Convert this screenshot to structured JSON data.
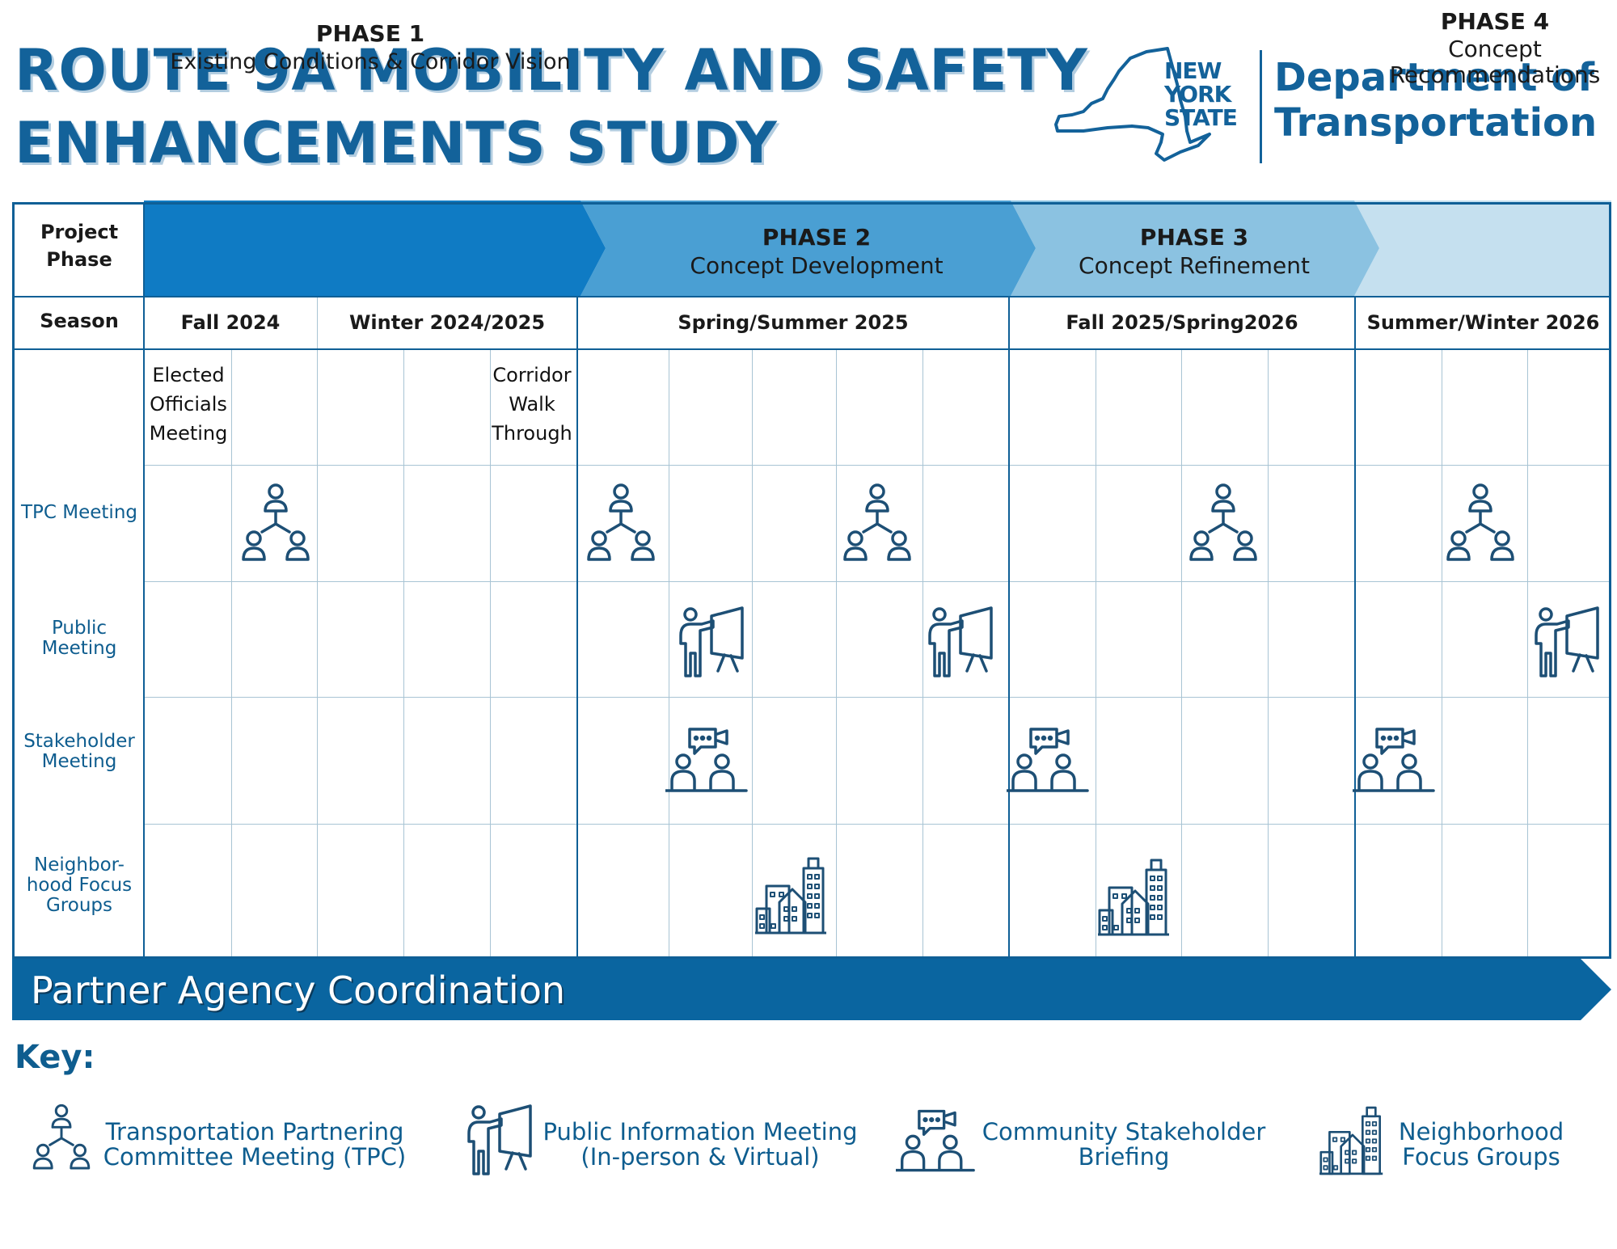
{
  "title": {
    "line1": "ROUTE 9A MOBILITY AND SAFETY",
    "line2": "ENHANCEMENTS STUDY"
  },
  "logo": {
    "state_line1": "NEW",
    "state_line2": "YORK",
    "state_line3": "STATE",
    "dept_line1": "Department of",
    "dept_line2": "Transportation"
  },
  "headers": {
    "project_phase": "Project Phase",
    "season": "Season"
  },
  "phases": [
    {
      "name": "PHASE 1",
      "desc": "Existing Conditions & Corridor Vision",
      "color": "#0f7bc4"
    },
    {
      "name": "PHASE 2",
      "desc": "Concept Development",
      "color": "#4a9fd3"
    },
    {
      "name": "PHASE 3",
      "desc": "Concept Refinement",
      "color": "#8bc2e1"
    },
    {
      "name": "PHASE 4",
      "desc": "Concept Recommendations",
      "color": "#c5e0ef"
    }
  ],
  "seasons": [
    "Fall 2024",
    "Winter 2024/2025",
    "Spring/Summer 2025",
    "Fall 2025/Spring2026",
    "Summer/Winter 2026"
  ],
  "rows": {
    "tpc": "TPC Meeting",
    "public": "Public Meeting",
    "stakeholder": "Stakeholder Meeting",
    "neighborhood": "Neighbor- hood Focus Groups"
  },
  "notes": {
    "elected": "Elected Officials Meeting",
    "corridor": "Corridor Walk Through"
  },
  "banner": "Partner Agency Coordination",
  "key": {
    "title": "Key:",
    "tpc": {
      "line1": "Transportation Partnering",
      "line2": "Committee Meeting (TPC)",
      "icon": "tpc-network-icon"
    },
    "public": {
      "line1": "Public Information Meeting",
      "line2": "(In-person & Virtual)",
      "icon": "presenter-board-icon"
    },
    "stakeholder": {
      "line1": "Community Stakeholder",
      "line2": "Briefing",
      "icon": "briefing-people-icon"
    },
    "neighborhood": {
      "line1": "Neighborhood",
      "line2": "Focus Groups",
      "icon": "buildings-icon"
    }
  },
  "colors": {
    "primary": "#13629a",
    "banner": "#0a65a0",
    "grid": "#a8c4d4"
  }
}
